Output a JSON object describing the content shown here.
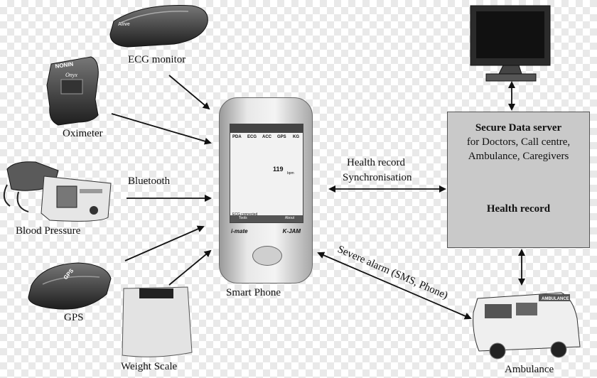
{
  "devices": {
    "ecg_label": "ECG monitor",
    "ecg_brand": "Alive",
    "oximeter_label": "Oximeter",
    "oximeter_brand": "NONIN",
    "oximeter_model": "Onyx",
    "bp_label": "Blood Pressure",
    "gps_label": "GPS",
    "gps_badge": "GPS",
    "weight_label": "Weight Scale"
  },
  "links": {
    "bluetooth_label": "Bluetooth",
    "sync_line1": "Health record",
    "sync_line2": "Synchronisation",
    "alarm_label": "Severe alarm (SMS, Phone)"
  },
  "phone": {
    "label": "Smart Phone",
    "tabs": [
      "PDA",
      "ECG",
      "ACC",
      "GPS",
      "KG"
    ],
    "heart_rate": "119",
    "heart_unit": "bpm",
    "status_text": "ECG connected",
    "softkey_left": "Tools",
    "softkey_right": "About",
    "brand_left": "i-mate",
    "brand_right": "K-JAM"
  },
  "server": {
    "title": "Secure Data server",
    "line1": "for Doctors, Call centre,",
    "line2": "Ambulance, Caregivers",
    "db_label": "Health record"
  },
  "ambulance": {
    "label": "Ambulance",
    "sign": "AMBULANCE"
  }
}
